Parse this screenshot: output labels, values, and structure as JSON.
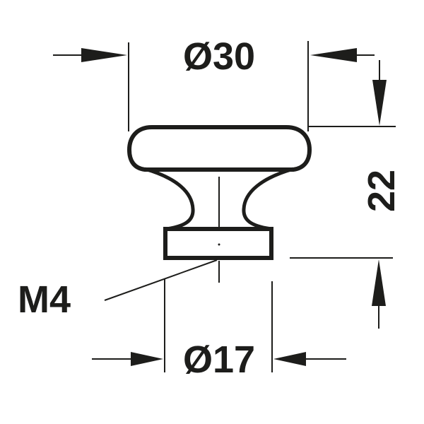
{
  "drawing": {
    "diameter_top_label": "Ø30",
    "diameter_bottom_label": "Ø17",
    "height_label": "22",
    "thread_label": "M4",
    "line_color": "#1d1d1b"
  }
}
